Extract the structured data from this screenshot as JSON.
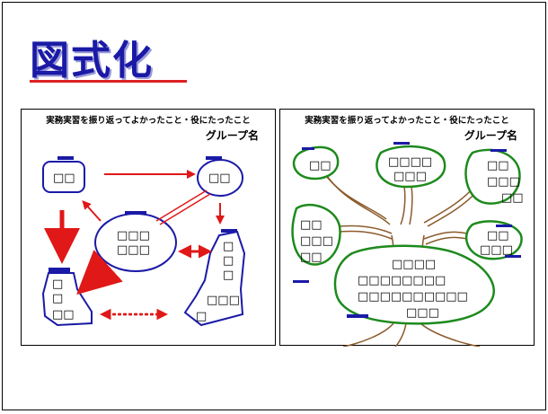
{
  "slide": {
    "title": "図式化"
  },
  "left_panel": {
    "heading": "実務実習を振り返ってよかったこと・役にたったこと",
    "group_label": "グループ名",
    "boxes": {
      "top_left": [
        "□□"
      ],
      "top_right": [
        "□□"
      ],
      "center": [
        "□□□",
        "□□□"
      ],
      "bottom_left": [
        "□",
        "□",
        "□□"
      ],
      "bottom_right": [
        "□",
        "□",
        "□",
        "□□□",
        "□"
      ]
    },
    "colors": {
      "shape": "#1a1aa6",
      "arrow": "#e01818"
    }
  },
  "right_panel": {
    "heading": "実務実習を振り返ってよかったこと・役にたったこと",
    "group_label": "グループ名",
    "leaves": {
      "leaf1": [
        "□□"
      ],
      "leaf2": [
        "□□□□",
        "□□□"
      ],
      "leaf3": [
        "□□",
        "□□□",
        "□□"
      ],
      "leaf4": [
        "□□",
        "□□□",
        "□□"
      ],
      "leaf5": [
        "□□",
        "□□□"
      ],
      "trunk_cluster": [
        "□□□□",
        "□□□□□□□□",
        "□□□□□□□□□□",
        "□□□"
      ]
    },
    "colors": {
      "leaf_outline": "#1d8a1d",
      "branch": "#8b5a2b",
      "marker": "#1a1aa6"
    }
  }
}
